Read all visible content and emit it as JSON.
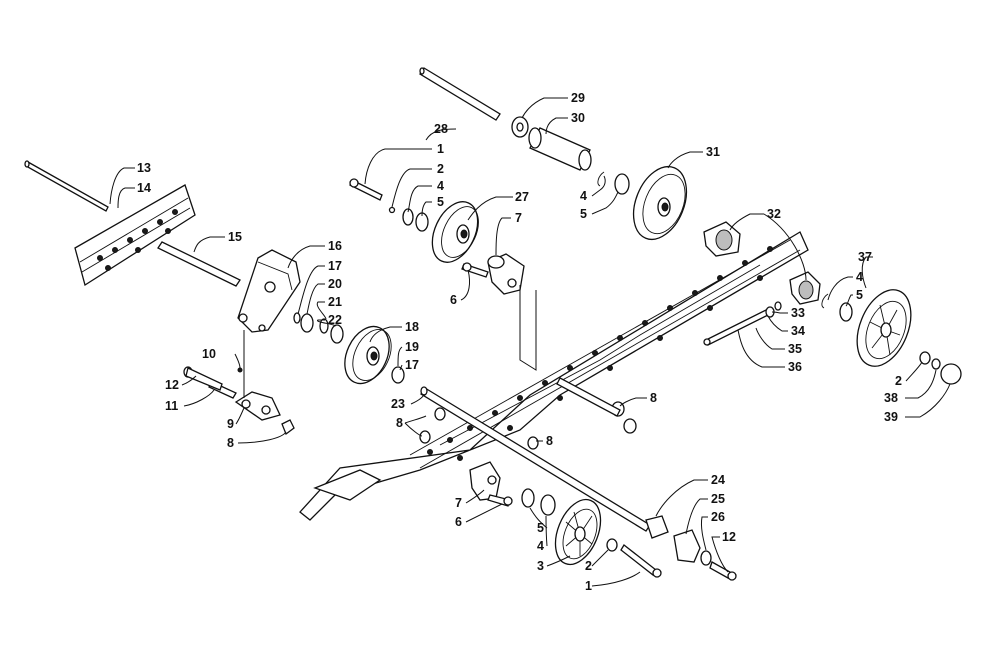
{
  "callouts": {
    "c1a": "1",
    "c2a": "2",
    "c4a": "4",
    "c5a": "5",
    "c27": "27",
    "c7a": "7",
    "c6a": "6",
    "c13": "13",
    "c14": "14",
    "c15": "15",
    "c16": "16",
    "c17a": "17",
    "c20": "20",
    "c21": "21",
    "c22": "22",
    "c18": "18",
    "c19": "19",
    "c17b": "17",
    "c10": "10",
    "c12a": "12",
    "c11": "11",
    "c9": "9",
    "c8a": "8",
    "c28": "28",
    "c29": "29",
    "c30": "30",
    "c31": "31",
    "c4b": "4",
    "c5b": "5",
    "c32": "32",
    "c33": "33",
    "c34": "34",
    "c35": "35",
    "c36": "36",
    "c37": "37",
    "c4c": "4",
    "c5c": "5",
    "c2b": "2",
    "c38": "38",
    "c39": "39",
    "c8b": "8",
    "c23": "23",
    "c8c": "8",
    "c8d": "8",
    "c7b": "7",
    "c6b": "6",
    "c5d": "5",
    "c4d": "4",
    "c3": "3",
    "c2c": "2",
    "c1b": "1",
    "c24": "24",
    "c25": "25",
    "c26": "26",
    "c12b": "12"
  }
}
